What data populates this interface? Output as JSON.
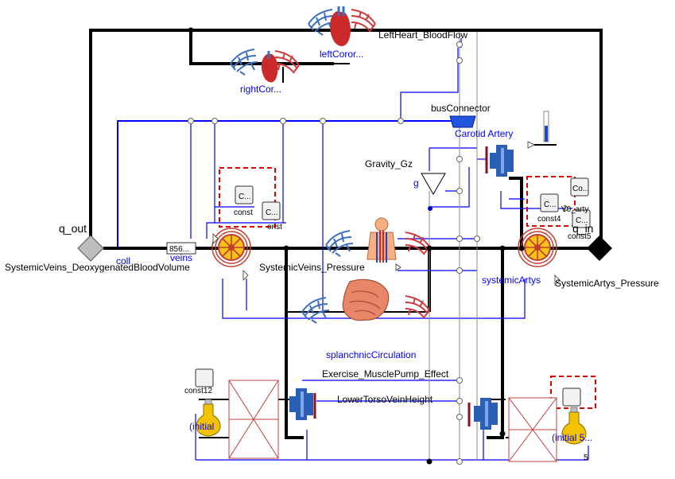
{
  "labels": {
    "left_heart_bloodflow": "LeftHeart_BloodFlow",
    "left_coronary": "leftCoror...",
    "right_coronary": "rightCor...",
    "bus_connector": "busConnector",
    "carotid_artery": "Carotid Artery",
    "gravity_gz": "Gravity_Gz",
    "q_out": "q_out",
    "q_in": "q_in",
    "veins_value": "856...",
    "coll": "coll",
    "veins": "veins",
    "systemic_veins_volume": "SystemicVeins_DeoxygenatedBloodVolume",
    "systemic_veins_pressure": "SystemicVeins_Pressure",
    "systemic_artys": "systemicArtys",
    "systemic_artys_pressure": "SystemicArtys_Pressure",
    "splanchnic": "splanchnicCirculation",
    "exercise_pump": "Exercise_MusclePump_Effect",
    "lower_torso_vein_height": "LowerTorsoVeinHeight",
    "const_a": "C...",
    "const_a_sub": "const",
    "const_b": "C...",
    "const_b_sub": "onst",
    "const_c": "Co...",
    "const_d": "C...",
    "const_d_sub": "const4",
    "const_e": "C...",
    "const_e_sub": "const5",
    "artys_v0": "V0_arty",
    "const12": "const12",
    "initial_left": "(initial",
    "initial_right": "(initial 5...",
    "gravity_unit": "g",
    "five": "5"
  },
  "colors": {
    "connection_black": "#000000",
    "signal_blue": "#0000ff",
    "highlight_red": "#dd0000",
    "pump_blue": "#2a5fb5",
    "gray": "#8a8a8a",
    "flask_yellow": "#f2c300"
  },
  "icons": [
    "heart-icon",
    "coronary-vessel-icon",
    "bus-connector-icon",
    "thermometer-icon",
    "gravity-triangle-icon",
    "pump-icon",
    "elastic-vessel-icon",
    "human-body-icon",
    "intestine-icon",
    "conductor-box-icon",
    "flask-icon",
    "diamond-port-icon"
  ]
}
